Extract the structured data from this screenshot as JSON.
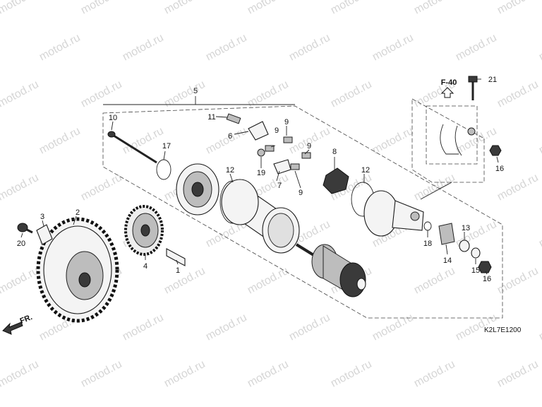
{
  "watermark": "motod.ru",
  "diagram_code": "K2L7E1200",
  "ref_label": "F-40",
  "direction_label": "FR.",
  "callouts": [
    {
      "id": "c1",
      "text": "1"
    },
    {
      "id": "c2",
      "text": "2"
    },
    {
      "id": "c3",
      "text": "3"
    },
    {
      "id": "c4",
      "text": "4"
    },
    {
      "id": "c5",
      "text": "5"
    },
    {
      "id": "c6",
      "text": "6"
    },
    {
      "id": "c7",
      "text": "7"
    },
    {
      "id": "c8",
      "text": "8"
    },
    {
      "id": "c9a",
      "text": "9"
    },
    {
      "id": "c9b",
      "text": "9"
    },
    {
      "id": "c9c",
      "text": "9"
    },
    {
      "id": "c9d",
      "text": "9"
    },
    {
      "id": "c10",
      "text": "10"
    },
    {
      "id": "c11",
      "text": "11"
    },
    {
      "id": "c12a",
      "text": "12"
    },
    {
      "id": "c12b",
      "text": "12"
    },
    {
      "id": "c13",
      "text": "13"
    },
    {
      "id": "c14",
      "text": "14"
    },
    {
      "id": "c15",
      "text": "15"
    },
    {
      "id": "c16a",
      "text": "16"
    },
    {
      "id": "c16b",
      "text": "16"
    },
    {
      "id": "c17",
      "text": "17"
    },
    {
      "id": "c18",
      "text": "18"
    },
    {
      "id": "c19",
      "text": "19"
    },
    {
      "id": "c20",
      "text": "20"
    },
    {
      "id": "c21",
      "text": "21"
    }
  ]
}
